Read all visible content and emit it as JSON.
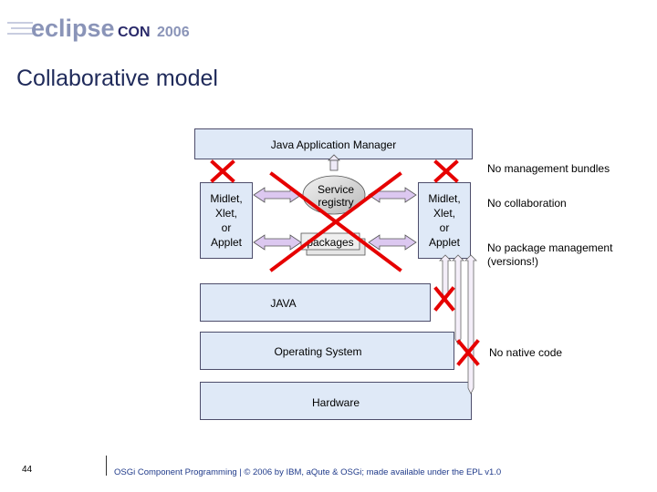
{
  "header": {
    "logo_eclipse": "eclipse",
    "logo_con": "CON",
    "logo_year": "2006"
  },
  "slide": {
    "title": "Collaborative model",
    "number": "44"
  },
  "diagram": {
    "jam": "Java Application Manager",
    "midlet_left": [
      "Midlet,",
      "Xlet,",
      "or",
      "Applet"
    ],
    "midlet_right": [
      "Midlet,",
      "Xlet,",
      "or",
      "Applet"
    ],
    "service_registry": [
      "Service",
      "registry"
    ],
    "packages": "packages",
    "java": "JAVA",
    "os": "Operating System",
    "hardware": "Hardware"
  },
  "notes": {
    "no_management": "No management bundles",
    "no_collaboration": "No collaboration",
    "no_package_mgmt_1": "No package management",
    "no_package_mgmt_2": "(versions!)",
    "no_native": "No native code"
  },
  "footer": {
    "text": "OSGi Component Programming | © 2006 by IBM, aQute & OSGi; made available under the EPL v1.0"
  },
  "colors": {
    "box_fill": "#dfe9f7",
    "cross": "#e60000",
    "title": "#1f2a5a",
    "logo_eclipse": "#8a94b8",
    "logo_con": "#2a2a6a"
  }
}
